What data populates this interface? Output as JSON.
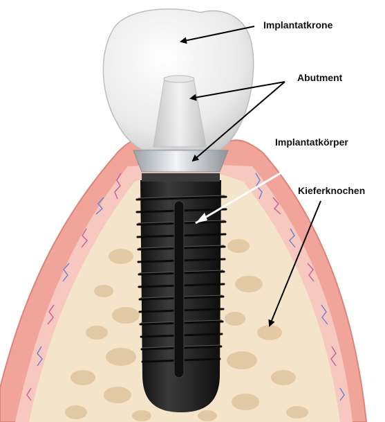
{
  "labels": {
    "crown": "Implantatkrone",
    "abutment": "Abutment",
    "implant_body": "Implantatkörper",
    "jawbone": "Kieferknochen"
  },
  "colors": {
    "background": "#ffffff",
    "gum": "#f0a49a",
    "gum_inner": "#f7c8c0",
    "bone": "#f4e4c9",
    "bone_spots": "#dfc59f",
    "implant": "#2a2a2a",
    "crown": "#eeeeee",
    "abutment": "#dcdcdc",
    "arrow": "#000000"
  }
}
